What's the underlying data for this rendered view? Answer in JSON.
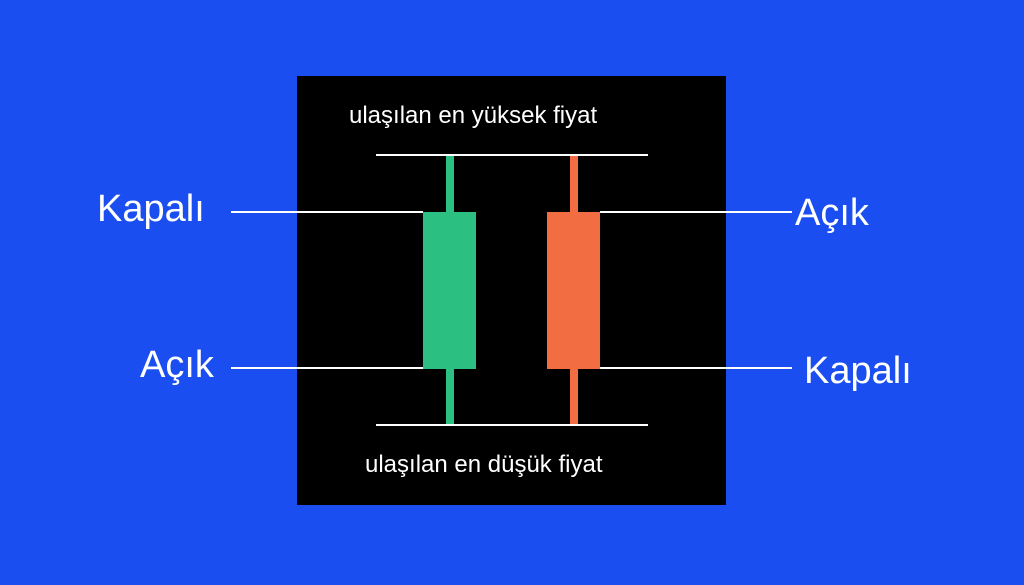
{
  "labels": {
    "high": "ulaşılan en yüksek fiyat",
    "low": "ulaşılan en düşük fiyat",
    "left_close": "Kapalı",
    "left_open": "Açık",
    "right_open": "Açık",
    "right_close": "Kapalı"
  },
  "colors": {
    "background": "#1a4ef0",
    "panel": "#000000",
    "bullish": "#2bbf82",
    "bearish": "#f26d41",
    "lines": "#ffffff"
  }
}
